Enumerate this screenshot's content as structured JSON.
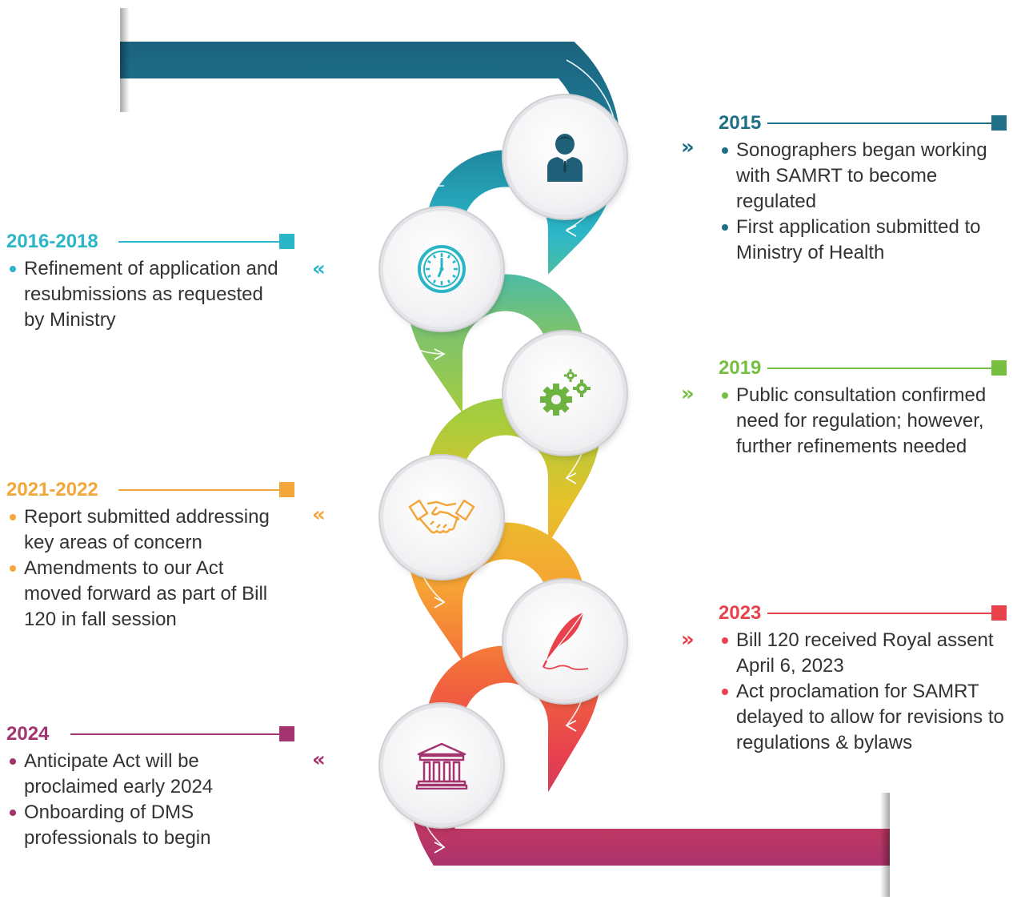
{
  "colors": {
    "c2015": "#1f6f86",
    "c2016": "#2bb6c8",
    "c2019": "#76bf43",
    "c2021": "#f3a73b",
    "c2023": "#e8434c",
    "c2024": "#a3346f"
  },
  "milestones": [
    {
      "year": "2015",
      "icon": "businessman-icon",
      "items": [
        "Sonographers began working with SAMRT to become regulated",
        "First application submitted to Ministry of Health"
      ]
    },
    {
      "year": "2016-2018",
      "icon": "clock-icon",
      "items": [
        "Refinement of application and resubmissions as requested by Ministry"
      ]
    },
    {
      "year": "2019",
      "icon": "gears-icon",
      "items": [
        "Public consultation confirmed need for regulation; however, further refinements needed"
      ]
    },
    {
      "year": "2021-2022",
      "icon": "handshake-icon",
      "items": [
        "Report submitted addressing key areas of concern",
        "Amendments to our Act moved forward as part of Bill 120 in fall session"
      ]
    },
    {
      "year": "2023",
      "icon": "quill-icon",
      "items": [
        "Bill 120 received Royal assent April 6, 2023",
        "Act proclamation for SAMRT delayed to allow for revisions to regulations & bylaws"
      ]
    },
    {
      "year": "2024",
      "icon": "government-building-icon",
      "items": [
        "Anticipate Act will be proclaimed early 2024",
        "Onboarding of DMS professionals to begin"
      ]
    }
  ]
}
